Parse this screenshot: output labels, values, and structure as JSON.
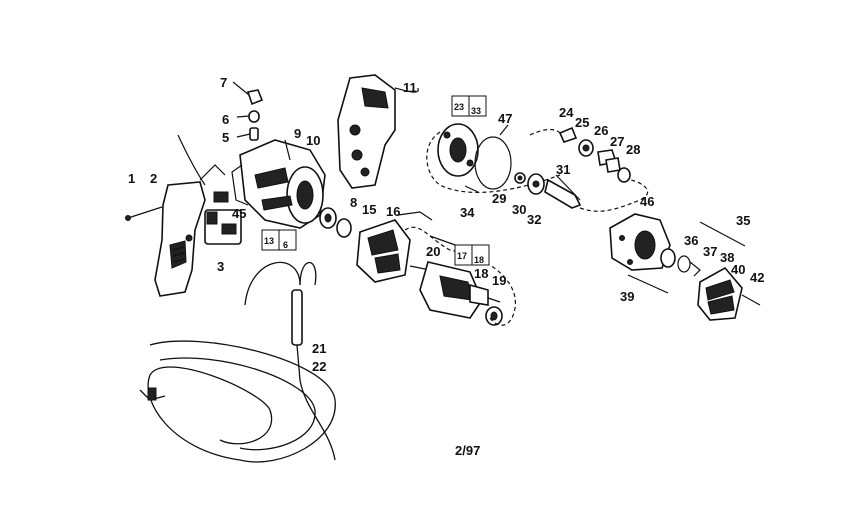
{
  "diagram": {
    "date_code": "2/97",
    "labels": {
      "p1": "1",
      "p2": "2",
      "p3": "3",
      "p5": "5",
      "p6": "6",
      "p7": "7",
      "p8": "8",
      "p9": "9",
      "p10": "10",
      "p11": "11",
      "p15": "15",
      "p16": "16",
      "p18": "18",
      "p19": "19",
      "p20": "20",
      "p21": "21",
      "p22": "22",
      "p24": "24",
      "p25": "25",
      "p26": "26",
      "p27": "27",
      "p28": "28",
      "p29": "29",
      "p30": "30",
      "p31": "31",
      "p32": "32",
      "p34": "34",
      "p35": "35",
      "p36": "36",
      "p37": "37",
      "p38": "38",
      "p39": "39",
      "p40": "40",
      "p42": "42",
      "p45": "45",
      "p46": "46",
      "p47": "47"
    },
    "boxes": {
      "b13": "13",
      "b6": "6",
      "b17": "17",
      "b18": "18",
      "b23": "23",
      "b33": "33"
    }
  }
}
